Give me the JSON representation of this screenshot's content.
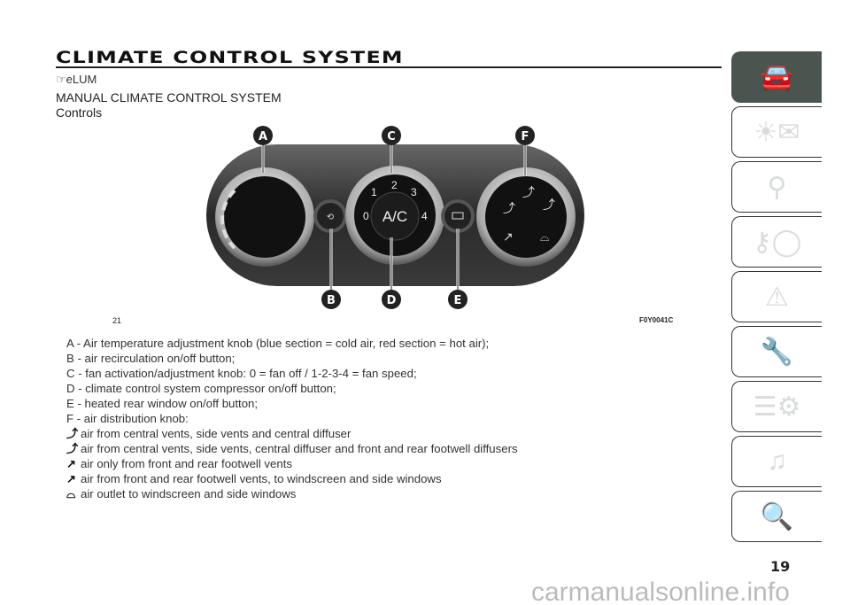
{
  "header": {
    "title": "CLIMATE CONTROL SYSTEM",
    "elum": "eLUM",
    "section_title": "MANUAL CLIMATE CONTROL SYSTEM",
    "subsection": "Controls"
  },
  "figure": {
    "number": "21",
    "code": "F0Y0041C",
    "callouts": [
      "A",
      "B",
      "C",
      "D",
      "E",
      "F"
    ],
    "fan_speeds": [
      "0",
      "1",
      "2",
      "3",
      "4"
    ],
    "ac_label": "A/C"
  },
  "descriptions": [
    "A - Air temperature adjustment knob (blue section = cold air, red section = hot air);",
    "B - air recirculation on/off button;",
    "C - fan activation/adjustment knob: 0 = fan off / 1-2-3-4 = fan speed;",
    "D - climate control system compressor on/off button;",
    "E - heated rear window on/off button;",
    "F - air distribution knob:"
  ],
  "distribution": [
    {
      "icon": "face-vent-icon",
      "glyph": "⤴",
      "text": "air from central vents, side vents and central diffuser"
    },
    {
      "icon": "face-foot-vent-icon",
      "glyph": "⤴",
      "text": "air from central vents, side vents, central diffuser and front and rear footwell diffusers"
    },
    {
      "icon": "foot-vent-icon",
      "glyph": "↗",
      "text": "air only from front and rear footwell vents"
    },
    {
      "icon": "foot-windscreen-vent-icon",
      "glyph": "↗",
      "text": "air from front and rear footwell vents, to windscreen and side windows"
    },
    {
      "icon": "windscreen-defrost-icon",
      "glyph": "⌓",
      "text": "air outlet to windscreen and side windows"
    }
  ],
  "sidebar": {
    "tabs": [
      {
        "icon": "car-info-icon",
        "glyph": "🚘ⓘ"
      },
      {
        "icon": "warning-lights-icon",
        "glyph": "☀✉"
      },
      {
        "icon": "safety-seatbelt-icon",
        "glyph": "⚲"
      },
      {
        "icon": "key-steering-icon",
        "glyph": "⚷"
      },
      {
        "icon": "emergency-icon",
        "glyph": "⚠"
      },
      {
        "icon": "maintenance-icon",
        "glyph": "🔧"
      },
      {
        "icon": "technical-data-icon",
        "glyph": "☰⚙"
      },
      {
        "icon": "multimedia-icon",
        "glyph": "♫"
      },
      {
        "icon": "index-icon",
        "glyph": "🔍"
      }
    ]
  },
  "page_number": "19",
  "watermark": "carmanualsonline.info"
}
